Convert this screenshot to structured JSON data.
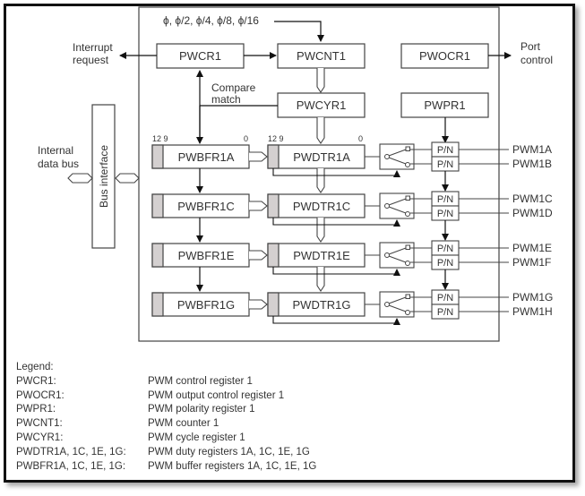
{
  "diagram": {
    "clock_label": "ϕ, ϕ/2, ϕ/4, ϕ/8, ϕ/16",
    "interrupt_label": [
      "Interrupt",
      "request"
    ],
    "port_control_label": [
      "Port",
      "control"
    ],
    "compare_match_label": [
      "Compare",
      "match"
    ],
    "internal_bus_label": [
      "Internal",
      "data bus"
    ],
    "bus_interface_label": "Bus interface",
    "registers": {
      "pwcr": "PWCR1",
      "pwcnt": "PWCNT1",
      "pwocr": "PWOCR1",
      "pwcyr": "PWCYR1",
      "pwpr": "PWPR1"
    },
    "bit_labels": {
      "high": "12 9",
      "low": "0"
    },
    "rows": [
      {
        "buffer": "PWBFR1A",
        "duty": "PWDTR1A",
        "outputs": [
          "PWM1A",
          "PWM1B"
        ]
      },
      {
        "buffer": "PWBFR1C",
        "duty": "PWDTR1C",
        "outputs": [
          "PWM1C",
          "PWM1D"
        ]
      },
      {
        "buffer": "PWBFR1E",
        "duty": "PWDTR1E",
        "outputs": [
          "PWM1E",
          "PWM1F"
        ]
      },
      {
        "buffer": "PWBFR1G",
        "duty": "PWDTR1G",
        "outputs": [
          "PWM1G",
          "PWM1H"
        ]
      }
    ],
    "pn_label": "P/N"
  },
  "legend": {
    "title": "Legend:",
    "items": [
      {
        "term": "PWCR1:",
        "desc": "PWM control register 1"
      },
      {
        "term": "PWOCR1:",
        "desc": "PWM output control register 1"
      },
      {
        "term": "PWPR1:",
        "desc": "PWM polarity register 1"
      },
      {
        "term": "PWCNT1:",
        "desc": "PWM counter 1"
      },
      {
        "term": "PWCYR1:",
        "desc": "PWM cycle register 1"
      },
      {
        "term": "PWDTR1A, 1C, 1E, 1G:",
        "desc": "PWM duty registers 1A, 1C, 1E, 1G"
      },
      {
        "term": "PWBFR1A, 1C, 1E, 1G:",
        "desc": "PWM buffer registers 1A, 1C, 1E, 1G"
      }
    ]
  }
}
